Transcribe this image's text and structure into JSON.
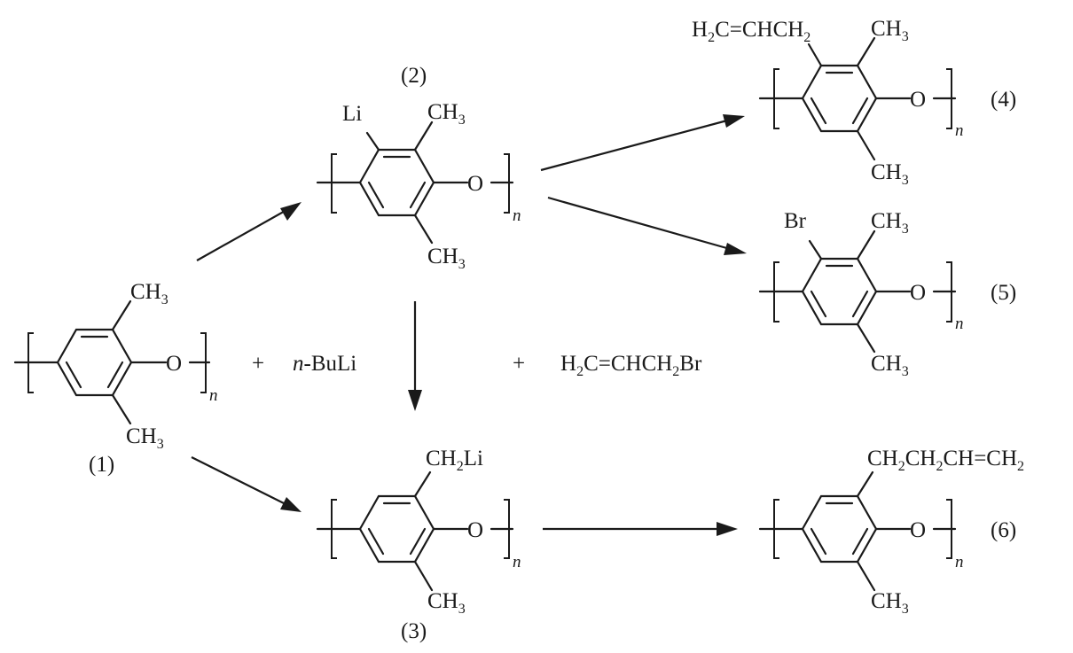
{
  "compounds": {
    "c1": {
      "tag": "(1)",
      "top": {
        "base": "CH",
        "sub": "3"
      },
      "bottom": {
        "base": "CH",
        "sub": "3"
      },
      "oxygen": "O",
      "repeat": "n"
    },
    "c2": {
      "tag": "(2)",
      "li": "Li",
      "top": {
        "base": "CH",
        "sub": "3"
      },
      "bottom": {
        "base": "CH",
        "sub": "3"
      },
      "oxygen": "O",
      "repeat": "n"
    },
    "c3": {
      "tag": "(3)",
      "top": {
        "t1": "CH",
        "s1": "2",
        "t2": "Li"
      },
      "bottom": {
        "base": "CH",
        "sub": "3"
      },
      "oxygen": "O",
      "repeat": "n"
    },
    "c4": {
      "tag": "(4)",
      "allyl": {
        "t1": "H",
        "s1": "2",
        "t2": "C=CHCH",
        "s2": "2"
      },
      "top": {
        "base": "CH",
        "sub": "3"
      },
      "bottom": {
        "base": "CH",
        "sub": "3"
      },
      "oxygen": "O",
      "repeat": "n"
    },
    "c5": {
      "tag": "(5)",
      "br": "Br",
      "top": {
        "base": "CH",
        "sub": "3"
      },
      "bottom": {
        "base": "CH",
        "sub": "3"
      },
      "oxygen": "O",
      "repeat": "n"
    },
    "c6": {
      "tag": "(6)",
      "top": {
        "t1": "CH",
        "s1": "2",
        "t2": "CH",
        "s2": "2",
        "t3": "CH=CH",
        "s3": "2"
      },
      "bottom": {
        "base": "CH",
        "sub": "3"
      },
      "oxygen": "O",
      "repeat": "n"
    }
  },
  "reagents": {
    "plus1": "+",
    "buli_n": "n",
    "buli_rest": "-BuLi",
    "plus2": "+",
    "allylbromide": {
      "t1": "H",
      "s1": "2",
      "t2": "C=CHCH",
      "s2": "2",
      "t3": "Br"
    }
  }
}
